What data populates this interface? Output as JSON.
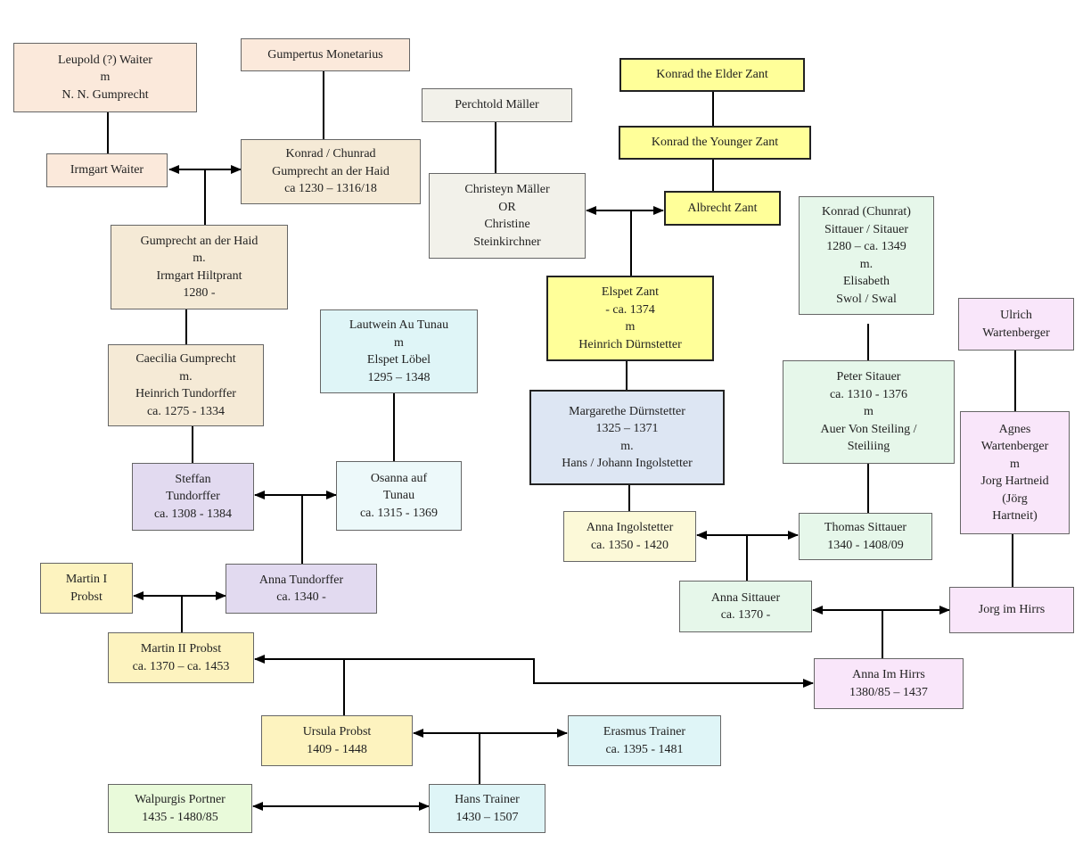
{
  "persons": {
    "leupold": [
      "Leupold (?) Waiter",
      "m",
      "N. N. Gumprecht"
    ],
    "gumpertus": [
      "Gumpertus Monetarius"
    ],
    "irmgart_waiter": [
      "Irmgart Waiter"
    ],
    "konrad_gumprecht": [
      "Konrad / Chunrad",
      "Gumprecht an der Haid",
      "ca 1230 – 1316/18"
    ],
    "gumprecht_haid": [
      "Gumprecht an der Haid",
      "m.",
      "Irmgart Hiltprant",
      "1280 -"
    ],
    "caecilia": [
      "Caecilia Gumprecht",
      "m.",
      "Heinrich Tundorffer",
      "ca. 1275 - 1334"
    ],
    "lautwein": [
      "Lautwein Au Tunau",
      "m",
      "Elspet Löbel",
      "1295 – 1348"
    ],
    "steffan": [
      "Steffan",
      "Tundorffer",
      "ca. 1308 - 1384"
    ],
    "osanna": [
      "Osanna auf",
      "Tunau",
      "ca. 1315 - 1369"
    ],
    "anna_tundorffer": [
      "Anna Tundorffer",
      "ca. 1340 -"
    ],
    "martin1": [
      "Martin I",
      "Probst"
    ],
    "martin2": [
      "Martin II Probst",
      "ca. 1370 – ca. 1453"
    ],
    "ursula": [
      "Ursula Probst",
      "1409 - 1448"
    ],
    "erasmus": [
      "Erasmus Trainer",
      "ca. 1395 - 1481"
    ],
    "walpurgis": [
      "Walpurgis Portner",
      "1435 - 1480/85"
    ],
    "hans": [
      "Hans Trainer",
      "1430 – 1507"
    ],
    "perchtold": [
      "Perchtold Mäller"
    ],
    "christeyn": [
      "Christeyn Mäller",
      "OR",
      "Christine",
      "Steinkirchner"
    ],
    "konrad_elder": [
      "Konrad the Elder Zant"
    ],
    "konrad_younger": [
      "Konrad the Younger Zant"
    ],
    "albrecht": [
      "Albrecht Zant"
    ],
    "elspet": [
      "Elspet Zant",
      "- ca. 1374",
      "m",
      "Heinrich Dürnstetter"
    ],
    "margarethe": [
      "Margarethe Dürnstetter",
      "1325 – 1371",
      "m.",
      "Hans / Johann Ingolstetter"
    ],
    "anna_ingolstetter": [
      "Anna Ingolstetter",
      "ca. 1350 - 1420"
    ],
    "konrad_sittauer": [
      "Konrad (Chunrat)",
      "Sittauer / Sitauer",
      "1280 – ca. 1349",
      "m.",
      "Elisabeth",
      "Swol / Swal"
    ],
    "peter": [
      "Peter Sitauer",
      "ca. 1310 - 1376",
      "m",
      "Auer Von Steiling /",
      "Steiliing"
    ],
    "thomas": [
      "Thomas Sittauer",
      "1340 - 1408/09"
    ],
    "ulrich": [
      "Ulrich",
      "Wartenberger"
    ],
    "agnes": [
      "Agnes",
      "Wartenberger",
      "m",
      "Jorg Hartneid",
      "(Jörg",
      "Hartneit)"
    ],
    "anna_sittauer": [
      "Anna Sittauer",
      "ca. 1370 -"
    ],
    "jorg": [
      "Jorg im Hirrs"
    ],
    "anna_im_hirrs": [
      "Anna Im Hirrs",
      "1380/85 – 1437"
    ]
  },
  "colors": {
    "line": "#000000",
    "box_border": "#666666",
    "zant_border": "#222222"
  }
}
